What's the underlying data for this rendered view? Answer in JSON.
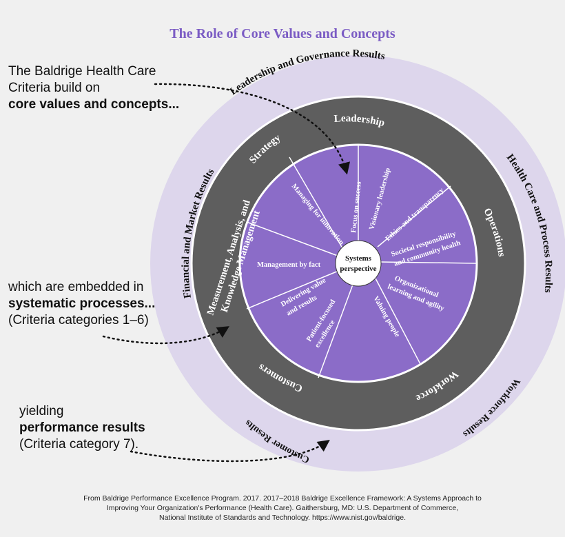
{
  "title": "The Role of Core Values and Concepts",
  "notes": {
    "n1": {
      "line1": "The Baldrige Health Care",
      "line2": "Criteria build on",
      "line3": "core values and concepts..."
    },
    "n2": {
      "line1": "which are embedded in",
      "line2": "systematic processes...",
      "line3": "(Criteria categories 1–6)"
    },
    "n3": {
      "line1": "yielding",
      "line2": "performance results",
      "line3": "(Criteria category 7)."
    }
  },
  "outer_ring": {
    "top": "Leadership and Governance Results",
    "right": "Health Care and Process Results",
    "bottom_right": "Workforce Results",
    "bottom_left": "Customer Results",
    "left": "Financial and Market Results"
  },
  "middle_ring": {
    "leadership": "Leadership",
    "strategy": "Strategy",
    "operations": "Operations",
    "workforce": "Workforce",
    "customers": "Customers",
    "mak_line1": "Measurement, Analysis, and",
    "mak_line2": "Knowledge Management"
  },
  "core_values": {
    "focus": "Focus on success",
    "visionary": "Visionary leadership",
    "ethics": "Ethics and transparency",
    "societal_line1": "Societal responsibility",
    "societal_line2": "and community health",
    "org_line1": "Organizational",
    "org_line2": "learning and agility",
    "valuing": "Valuing people",
    "patient_line1": "Patient-focused",
    "patient_line2": "excellence",
    "delivering_line1": "Delivering value",
    "delivering_line2": "and results",
    "management": "Management by fact",
    "innovation": "Managing for innovation"
  },
  "center": {
    "line1": "Systems",
    "line2": "perspective"
  },
  "footer": {
    "line1": "From Baldrige Performance Excellence Program. 2017. 2017–2018 Baldrige Excellence Framework: A Systems Approach to",
    "line2": "Improving Your Organization's Performance (Health Care). Gaithersburg, MD: U.S. Department of Commerce,",
    "line3": "National Institute of Standards and Technology. https://www.nist.gov/baldrige."
  },
  "colors": {
    "outer_ring": "#ddd6ec",
    "middle_ring": "#5e5e5e",
    "inner_circle": "#8b6cc8",
    "title": "#7b5cc4"
  }
}
